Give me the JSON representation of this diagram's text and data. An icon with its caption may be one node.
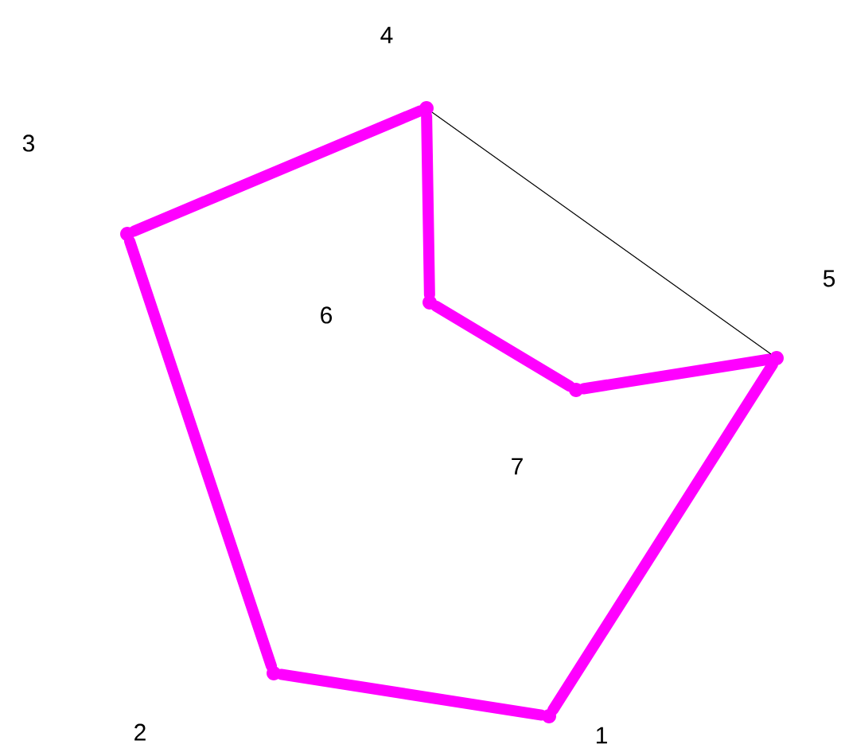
{
  "diagram": {
    "nodes": [
      {
        "text": [],
        "shape": "point",
        "beside": [
          "1"
        ]
      },
      {
        "text": [],
        "shape": "point"
      },
      {
        "text": [],
        "shape": "point"
      },
      {
        "text": [],
        "shape": "point",
        "beside": [
          "4"
        ]
      },
      {
        "text": [],
        "shape": "point",
        "beside": [
          "5"
        ]
      },
      {
        "text": [],
        "shape": "point",
        "beside": [
          "6"
        ]
      },
      {
        "text": [],
        "shape": "point",
        "beside": [
          "7"
        ]
      }
    ],
    "edges": [
      {
        "from": 0,
        "to": 1,
        "arrow": "none"
      },
      {
        "from": 1,
        "to": 2,
        "arrow": "none"
      },
      {
        "from": 2,
        "to": 3,
        "arrow": "none"
      },
      {
        "from": 3,
        "to": 5,
        "arrow": "none"
      },
      {
        "from": 5,
        "to": 6,
        "arrow": "none"
      },
      {
        "from": 6,
        "to": 4,
        "arrow": "none"
      },
      {
        "from": 4,
        "to": 0,
        "arrow": "none"
      },
      {
        "from": 3,
        "to": 4,
        "arrow": "none",
        "color": "#000000"
      }
    ],
    "labels": [
      "3",
      "2"
    ]
  }
}
